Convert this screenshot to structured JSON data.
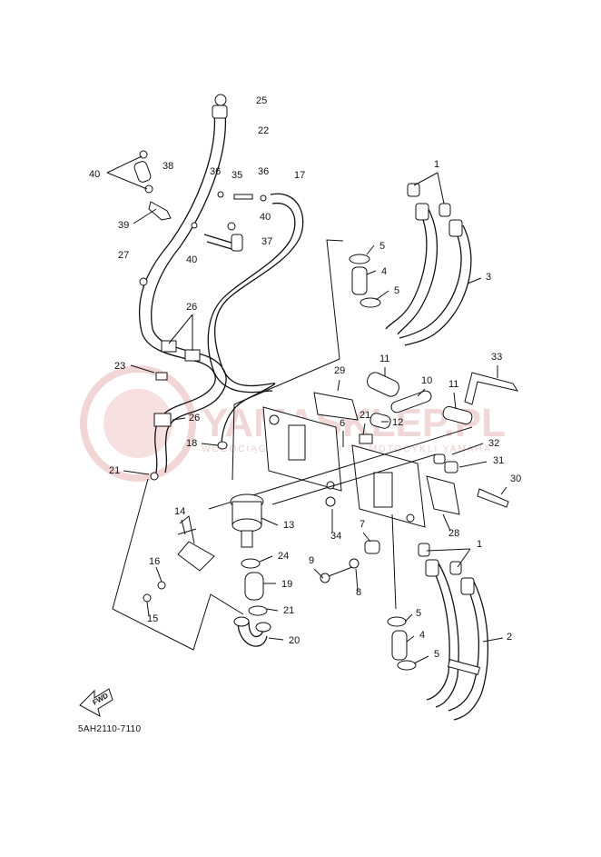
{
  "diagram": {
    "code": "5AH2110-7110",
    "fwd_label": "FWD",
    "watermark": {
      "brand": "YAMASKLEP.PL",
      "tagline": "WODOCIĄGOWE CZĘŚCI DO MOTOCYKLI YAMAHA"
    },
    "callouts": [
      {
        "id": "c25",
        "label": "25"
      },
      {
        "id": "c22",
        "label": "22"
      },
      {
        "id": "c38",
        "label": "38"
      },
      {
        "id": "c40a",
        "label": "40"
      },
      {
        "id": "c39",
        "label": "39"
      },
      {
        "id": "c36a",
        "label": "36"
      },
      {
        "id": "c35",
        "label": "35"
      },
      {
        "id": "c36b",
        "label": "36"
      },
      {
        "id": "c17",
        "label": "17"
      },
      {
        "id": "c40b",
        "label": "40"
      },
      {
        "id": "c40c",
        "label": "40"
      },
      {
        "id": "c37",
        "label": "37"
      },
      {
        "id": "c27",
        "label": "27"
      },
      {
        "id": "c26a",
        "label": "26"
      },
      {
        "id": "c23",
        "label": "23"
      },
      {
        "id": "c26b",
        "label": "26"
      },
      {
        "id": "c21a",
        "label": "21"
      },
      {
        "id": "c18",
        "label": "18"
      },
      {
        "id": "c1a",
        "label": "1"
      },
      {
        "id": "c5a",
        "label": "5"
      },
      {
        "id": "c4a",
        "label": "4"
      },
      {
        "id": "c5b",
        "label": "5"
      },
      {
        "id": "c3",
        "label": "3"
      },
      {
        "id": "c11a",
        "label": "11"
      },
      {
        "id": "c10",
        "label": "10"
      },
      {
        "id": "c11b",
        "label": "11"
      },
      {
        "id": "c33",
        "label": "33"
      },
      {
        "id": "c29",
        "label": "29"
      },
      {
        "id": "c6",
        "label": "6"
      },
      {
        "id": "c21b",
        "label": "21"
      },
      {
        "id": "c12",
        "label": "12"
      },
      {
        "id": "c32",
        "label": "32"
      },
      {
        "id": "c31",
        "label": "31"
      },
      {
        "id": "c30",
        "label": "30"
      },
      {
        "id": "c14",
        "label": "14"
      },
      {
        "id": "c13",
        "label": "13"
      },
      {
        "id": "c34",
        "label": "34"
      },
      {
        "id": "c7",
        "label": "7"
      },
      {
        "id": "c28",
        "label": "28"
      },
      {
        "id": "c1b",
        "label": "1"
      },
      {
        "id": "c16",
        "label": "16"
      },
      {
        "id": "c24",
        "label": "24"
      },
      {
        "id": "c9",
        "label": "9"
      },
      {
        "id": "c8",
        "label": "8"
      },
      {
        "id": "c19",
        "label": "19"
      },
      {
        "id": "c15",
        "label": "15"
      },
      {
        "id": "c21c",
        "label": "21"
      },
      {
        "id": "c5c",
        "label": "5"
      },
      {
        "id": "c2",
        "label": "2"
      },
      {
        "id": "c20",
        "label": "20"
      },
      {
        "id": "c4b",
        "label": "4"
      },
      {
        "id": "c5d",
        "label": "5"
      }
    ]
  }
}
